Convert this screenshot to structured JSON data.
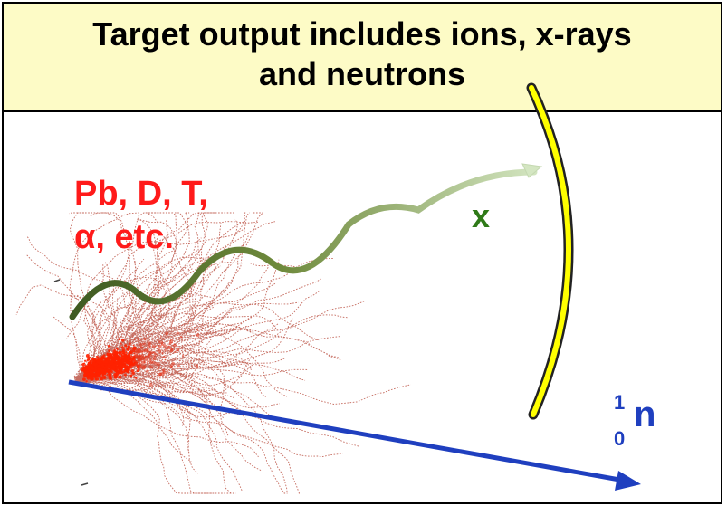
{
  "title": {
    "line1": "Target output includes ions, x-rays",
    "line2": "and neutrons"
  },
  "labels": {
    "ions_line1": "Pb, D, T,",
    "ions_line2": "α, etc.",
    "xray": "x",
    "neutron_mass": "1",
    "neutron_charge": "0",
    "neutron_symbol": "n"
  },
  "colors": {
    "title_background": "#fdfbc6",
    "ions": "#ff1a1a",
    "xray_dark": "#4f6a2a",
    "xray_light": "#c7dcb0",
    "neutron_arrow": "#1f3fbf",
    "detector": "#ffff00"
  },
  "icons": [
    "ion-scatter-cloud",
    "x-ray-wavy-arrow",
    "neutron-straight-arrow",
    "curved-detector-bar"
  ]
}
